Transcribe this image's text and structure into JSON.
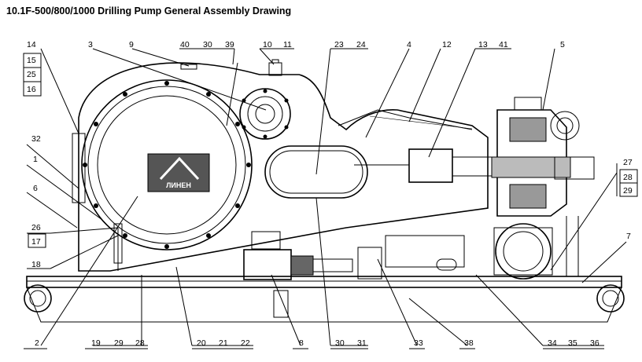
{
  "title": "10.1F-500/800/1000 Drilling Pump General Assembly Drawing",
  "logo_text": "ЛИНЕН",
  "callouts": [
    {
      "id": "c14",
      "text": "14"
    },
    {
      "id": "c15",
      "text": "15"
    },
    {
      "id": "c25",
      "text": "25"
    },
    {
      "id": "c16",
      "text": "16"
    },
    {
      "id": "c3",
      "text": "3"
    },
    {
      "id": "c9",
      "text": "9"
    },
    {
      "id": "c40",
      "text": "40"
    },
    {
      "id": "c30a",
      "text": "30"
    },
    {
      "id": "c39",
      "text": "39"
    },
    {
      "id": "c10",
      "text": "10"
    },
    {
      "id": "c11",
      "text": "11"
    },
    {
      "id": "c23",
      "text": "23"
    },
    {
      "id": "c24",
      "text": "24"
    },
    {
      "id": "c4",
      "text": "4"
    },
    {
      "id": "c12",
      "text": "12"
    },
    {
      "id": "c13",
      "text": "13"
    },
    {
      "id": "c41",
      "text": "41"
    },
    {
      "id": "c5",
      "text": "5"
    },
    {
      "id": "c32",
      "text": "32"
    },
    {
      "id": "c1",
      "text": "1"
    },
    {
      "id": "c6",
      "text": "6"
    },
    {
      "id": "c26",
      "text": "26"
    },
    {
      "id": "c17",
      "text": "17"
    },
    {
      "id": "c18",
      "text": "18"
    },
    {
      "id": "c27",
      "text": "27"
    },
    {
      "id": "c28a",
      "text": "28"
    },
    {
      "id": "c29a",
      "text": "29"
    },
    {
      "id": "c7",
      "text": "7"
    },
    {
      "id": "c2",
      "text": "2"
    },
    {
      "id": "c19",
      "text": "19"
    },
    {
      "id": "c29b",
      "text": "29"
    },
    {
      "id": "c28b",
      "text": "28"
    },
    {
      "id": "c20",
      "text": "20"
    },
    {
      "id": "c21",
      "text": "21"
    },
    {
      "id": "c22",
      "text": "22"
    },
    {
      "id": "c8",
      "text": "8"
    },
    {
      "id": "c30b",
      "text": "30"
    },
    {
      "id": "c31",
      "text": "31"
    },
    {
      "id": "c33",
      "text": "33"
    },
    {
      "id": "c38",
      "text": "38"
    },
    {
      "id": "c34",
      "text": "34"
    },
    {
      "id": "c35",
      "text": "35"
    },
    {
      "id": "c36",
      "text": "36"
    }
  ]
}
